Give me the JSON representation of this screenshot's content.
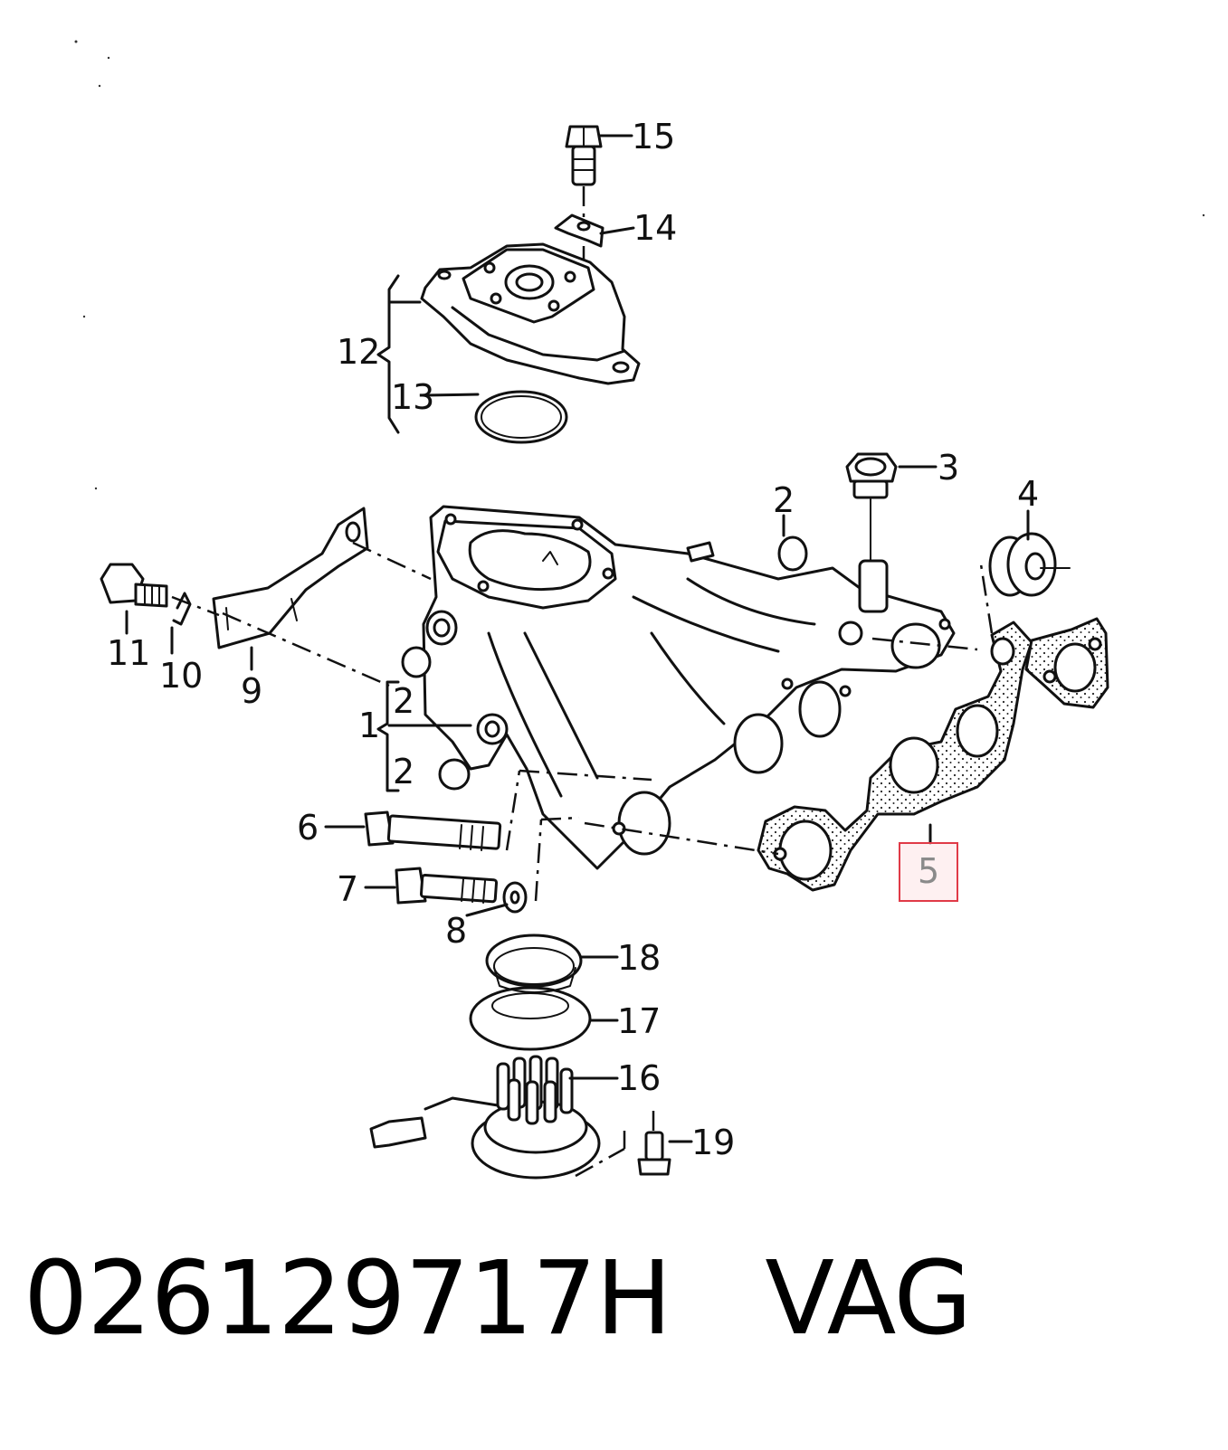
{
  "callouts": {
    "c1": "1",
    "c2a": "2",
    "c2b": "2",
    "c2c": "2",
    "c3": "3",
    "c4": "4",
    "c5": "5",
    "c6": "6",
    "c7": "7",
    "c8": "8",
    "c9": "9",
    "c10": "10",
    "c11": "11",
    "c12": "12",
    "c13": "13",
    "c14": "14",
    "c15": "15",
    "c16": "16",
    "c17": "17",
    "c18": "18",
    "c19": "19"
  },
  "highlighted_part": "5",
  "part_number_title": "026129717H   VAG",
  "colors": {
    "line": "#111111",
    "highlight_border": "#e03a47",
    "highlight_fill": "#fde4e6"
  }
}
